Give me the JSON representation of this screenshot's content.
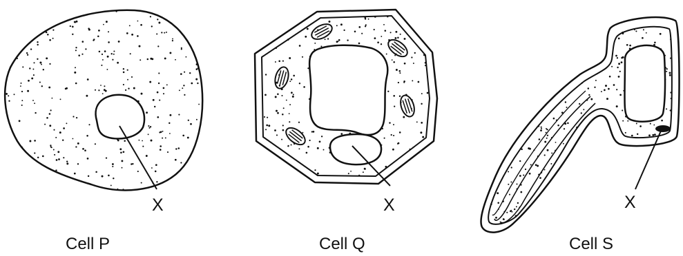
{
  "colors": {
    "ink": "#111111",
    "background": "#ffffff"
  },
  "cells": [
    {
      "marker": "X",
      "caption": "Cell P"
    },
    {
      "marker": "X",
      "caption": "Cell Q"
    },
    {
      "marker": "X",
      "caption": "Cell S"
    }
  ]
}
